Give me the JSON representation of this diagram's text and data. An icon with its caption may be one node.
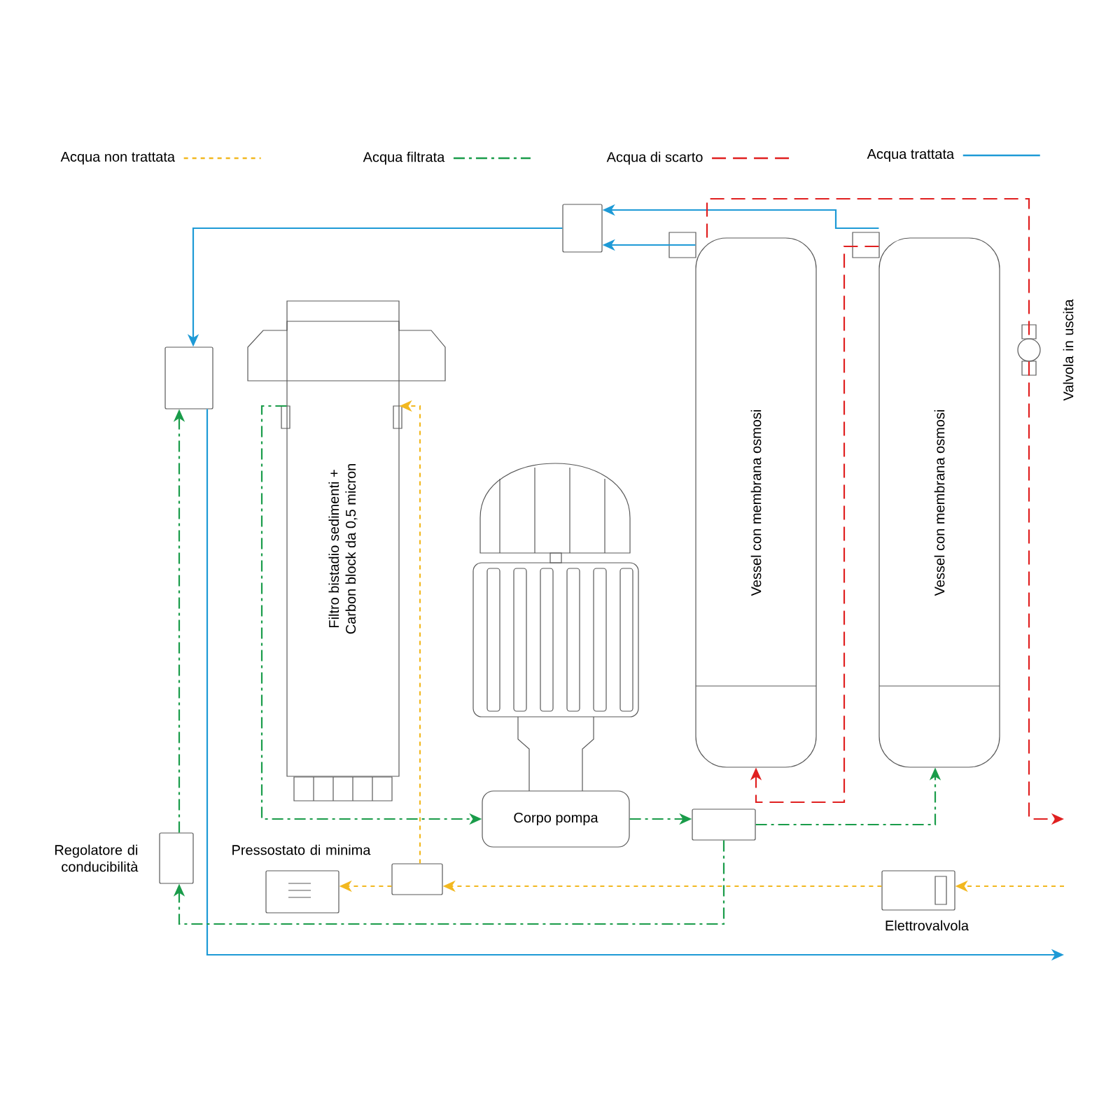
{
  "diagram": {
    "nodes": [
      {
        "text": [
          "Filtro bistadio sedimenti + Carbon block da 0,5 micron"
        ]
      },
      {
        "text": [
          "Corpo pompa"
        ]
      },
      {
        "text": [
          "Vessel con membrana osmosi"
        ]
      },
      {
        "text": [
          "Vessel con membrana osmosi"
        ]
      },
      {
        "text": [],
        "shape": "box",
        "beside": [
          "Regolatore di conducibilità"
        ]
      },
      {
        "text": [],
        "shape": "box",
        "beside": [
          "Pressostato di minima"
        ]
      },
      {
        "text": [],
        "shape": "box",
        "beside": [
          "Elettrovalvola"
        ]
      },
      {
        "text": [],
        "shape": "circle",
        "beside": [
          "Valvola in uscita"
        ]
      },
      {
        "text": [],
        "shape": "box"
      },
      {
        "text": [],
        "shape": "box"
      },
      {
        "text": [],
        "shape": "box"
      },
      {
        "text": [],
        "shape": "box"
      }
    ],
    "edges": [
      {
        "from": 2,
        "to": 8,
        "arrow": "to",
        "color": "#1e9ad6"
      },
      {
        "from": 3,
        "to": 8,
        "arrow": "to",
        "color": "#1e9ad6"
      },
      {
        "from": 8,
        "to": 9,
        "arrow": "to",
        "color": "#1e9ad6"
      },
      {
        "from": 9,
        "to": null,
        "arrow": "to",
        "color": "#1e9ad6"
      },
      {
        "from": 0,
        "to": 1,
        "arrow": "to",
        "style": "dashed",
        "color": "#1a9c4a"
      },
      {
        "from": 1,
        "to": 10,
        "arrow": "to",
        "style": "dashed",
        "color": "#1a9c4a"
      },
      {
        "from": 10,
        "to": 3,
        "arrow": "to",
        "style": "dashed",
        "color": "#1a9c4a"
      },
      {
        "from": 10,
        "to": 4,
        "arrow": "to",
        "style": "dashed",
        "color": "#1a9c4a"
      },
      {
        "from": 4,
        "to": 9,
        "arrow": "to",
        "style": "dashed",
        "color": "#1a9c4a"
      },
      {
        "from": null,
        "to": 6,
        "arrow": "to",
        "style": "dashed",
        "color": "#f2b820"
      },
      {
        "from": 6,
        "to": 11,
        "arrow": "to",
        "style": "dashed",
        "color": "#f2b820"
      },
      {
        "from": 11,
        "to": 5,
        "arrow": "to",
        "style": "dashed",
        "color": "#f2b820"
      },
      {
        "from": 11,
        "to": 0,
        "arrow": "to",
        "style": "dashed",
        "color": "#f2b820"
      },
      {
        "from": 3,
        "to": 2,
        "arrow": "to",
        "style": "dashed",
        "color": "#e02020"
      },
      {
        "from": 2,
        "to": 7,
        "arrow": "none",
        "style": "dashed",
        "color": "#e02020"
      },
      {
        "from": 7,
        "to": null,
        "arrow": "to",
        "style": "dashed",
        "color": "#e02020"
      }
    ],
    "legend": [
      {
        "text": "Acqua non trattata"
      },
      {
        "text": "Acqua filtrata"
      },
      {
        "text": "Acqua di scarto"
      },
      {
        "text": "Acqua trattata"
      }
    ]
  }
}
